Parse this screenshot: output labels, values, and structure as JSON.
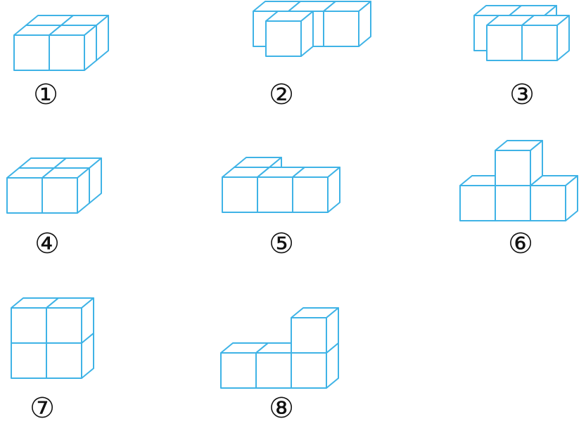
{
  "figures": [
    {
      "id": "fig-1",
      "label": "①"
    },
    {
      "id": "fig-2",
      "label": "②"
    },
    {
      "id": "fig-3",
      "label": "③"
    },
    {
      "id": "fig-4",
      "label": "④"
    },
    {
      "id": "fig-5",
      "label": "⑤"
    },
    {
      "id": "fig-6",
      "label": "⑥"
    },
    {
      "id": "fig-7",
      "label": "⑦"
    },
    {
      "id": "fig-8",
      "label": "⑧"
    }
  ],
  "colors": {
    "line": "#3fb3e6",
    "background": "#ffffff",
    "label": "#111111"
  }
}
